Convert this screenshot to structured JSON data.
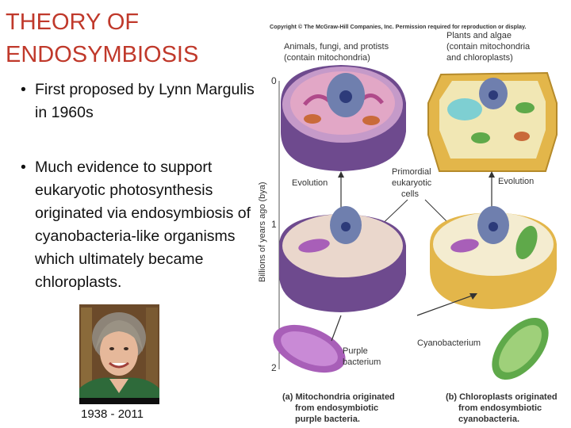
{
  "slide": {
    "title_line1": "THEORY OF",
    "title_line2": "ENDOSYMBIOSIS",
    "bullets": [
      "First proposed by Lynn Margulis in 1960s",
      "Much evidence to support eukaryotic photosynthesis originated via endosymbiosis of cyanobacteria-like organisms which ultimately became chloroplasts."
    ],
    "bullet_marker": "•",
    "portrait_caption": "1938 - 2011"
  },
  "figure": {
    "copyright": "Copyright © The McGraw-Hill Companies, Inc. Permission required for reproduction or display.",
    "animals_label_1": "Animals, fungi, and protists",
    "animals_label_2": "(contain mitochondria)",
    "plants_label_1": "Plants and algae",
    "plants_label_2": "(contain mitochondria",
    "plants_label_3": "and chloroplasts)",
    "axis_label": "Billions of years ago (bya)",
    "tick_0": "0",
    "tick_1": "1",
    "tick_2": "2",
    "evolution_left": "Evolution",
    "evolution_right": "Evolution",
    "primordial_1": "Primordial",
    "primordial_2": "eukaryotic",
    "primordial_3": "cells",
    "cyanobacterium": "Cyanobacterium",
    "purple_1": "Purple",
    "purple_2": "bacterium",
    "caption_a_1": "(a) Mitochondria originated",
    "caption_a_2": "from endosymbiotic",
    "caption_a_3": "purple bacteria.",
    "caption_b_1": "(b) Chloroplasts originated",
    "caption_b_2": "from endosymbiotic",
    "caption_b_3": "cyanobacteria."
  },
  "colors": {
    "title": "#c0392b",
    "purple_cell": "#6e4a8e",
    "yellow_cell": "#e3b64a",
    "green_bacterium": "#5fa94a",
    "purple_bacterium": "#a85fb8"
  }
}
